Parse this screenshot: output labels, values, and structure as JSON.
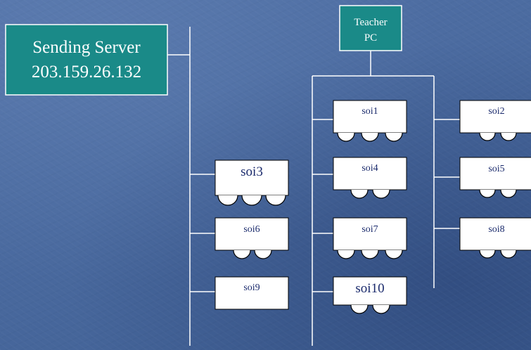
{
  "colors": {
    "background": "#4a6a9f",
    "server_fill": "#1a8a88",
    "node_fill": "#ffffff",
    "node_text": "#1a2a6c",
    "connector": "#ffffff"
  },
  "server": {
    "line1": "Sending Server",
    "line2": "203.159.26.132"
  },
  "teacher": {
    "line1": "Teacher",
    "line2": "PC"
  },
  "nodes": [
    {
      "label": "soi1"
    },
    {
      "label": "soi2"
    },
    {
      "label": "soi3"
    },
    {
      "label": "soi4"
    },
    {
      "label": "soi5"
    },
    {
      "label": "soi6"
    },
    {
      "label": "soi7"
    },
    {
      "label": "soi8"
    },
    {
      "label": "soi9"
    },
    {
      "label": "soi10"
    }
  ]
}
